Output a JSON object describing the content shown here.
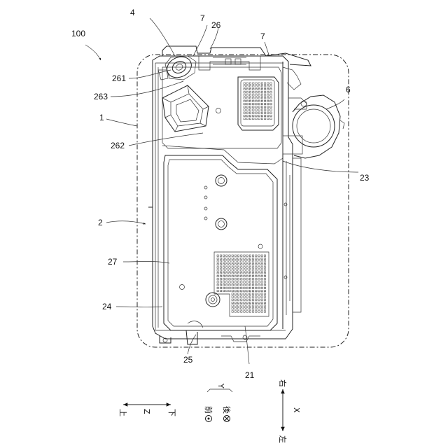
{
  "figure": {
    "assembly_label": "100",
    "callouts": {
      "n1": "1",
      "n2": "2",
      "n4": "4",
      "n6": "6",
      "n7a": "7",
      "n7b": "7",
      "n21": "21",
      "n23": "23",
      "n24": "24",
      "n25": "25",
      "n26": "26",
      "n27": "27",
      "n261": "261",
      "n262": "262",
      "n263": "263"
    }
  },
  "axes": {
    "z_label": "Z",
    "z_up": "上",
    "z_down": "下",
    "y_label": "Y",
    "front": "前",
    "rear": "後",
    "x_label": "X",
    "right": "右",
    "left": "左"
  }
}
